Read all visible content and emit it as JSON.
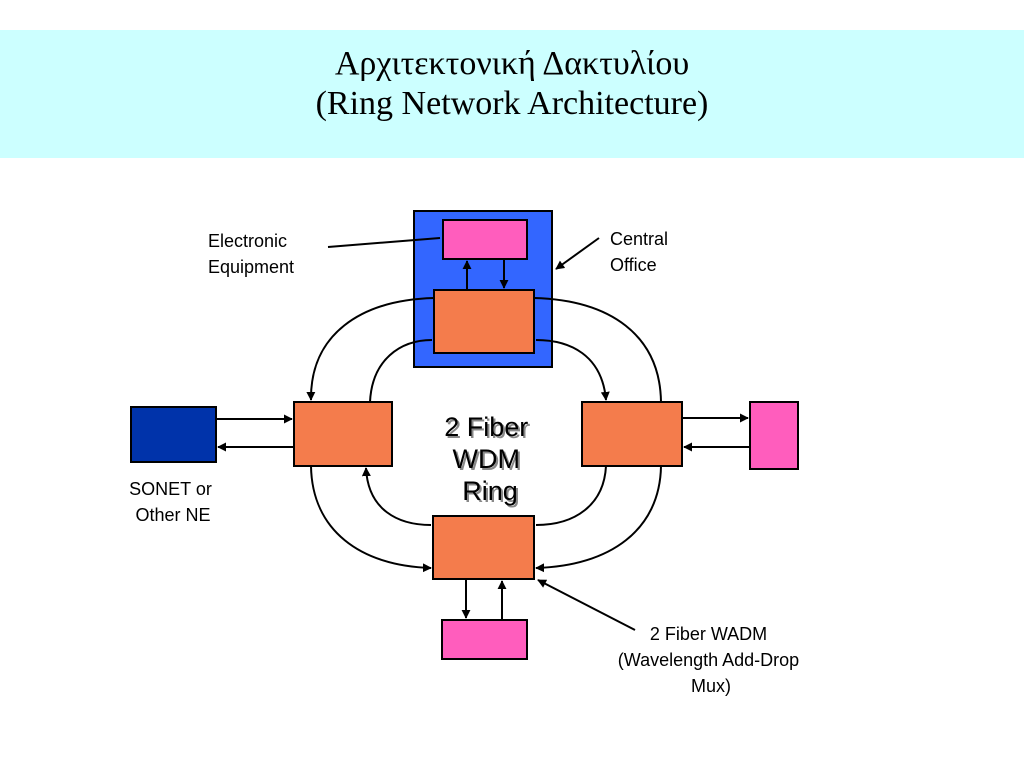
{
  "title": {
    "line1": "Αρχιτεκτονική Δακτυλίου",
    "line2": "(Ring Network Architecture)"
  },
  "labels": {
    "electronic_equipment": [
      "Electronic",
      "Equipment"
    ],
    "central_office": [
      "Central",
      "Office"
    ],
    "sonet": [
      "SONET or",
      "Other NE"
    ],
    "ring": [
      "2 Fiber",
      "WDM",
      "Ring"
    ],
    "wadm": [
      "2 Fiber WADM",
      "(Wavelength Add-Drop",
      "Mux)"
    ]
  },
  "colors": {
    "central_office_fill": "#3366ff",
    "wadm_fill": "#f47c4c",
    "equipment_fill": "#ff5dbd",
    "sonet_fill": "#0033aa",
    "title_band": "#ccffff"
  }
}
